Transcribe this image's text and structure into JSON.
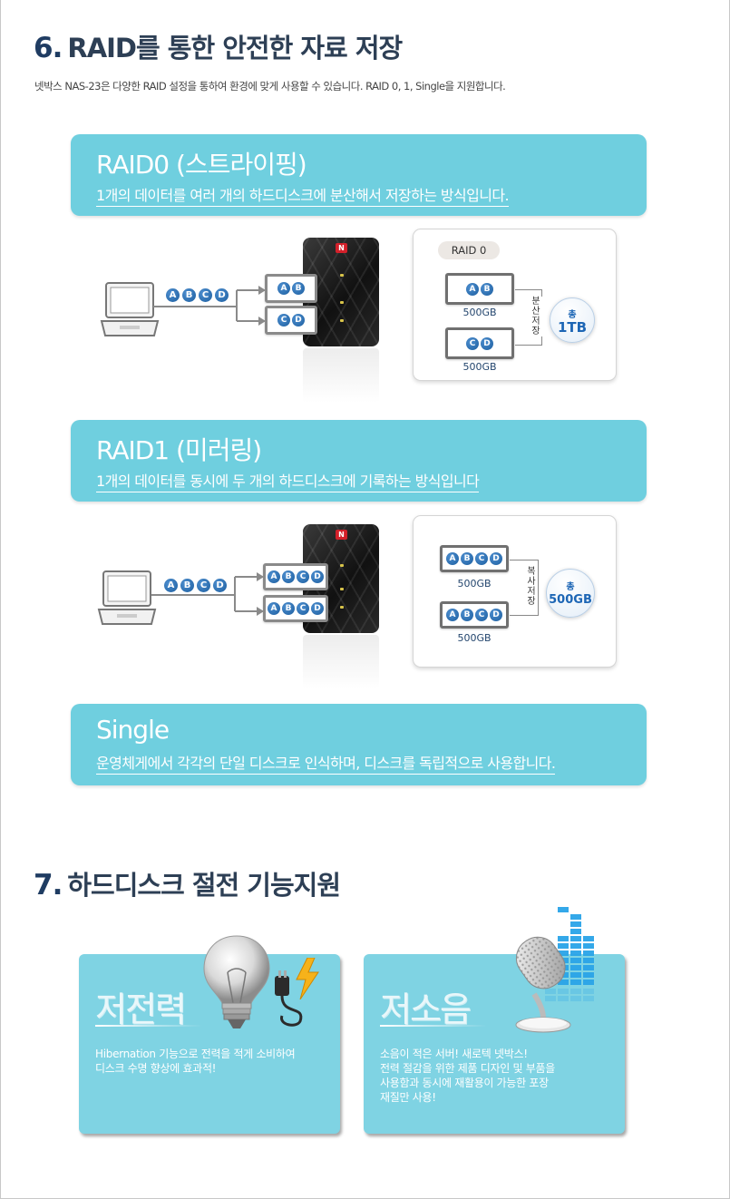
{
  "section6": {
    "number": "6.",
    "title": "RAID를 통한 안전한 자료 저장",
    "intro": "넷박스 NAS-23은 다양한 RAID 설정을 통하여 환경에 맞게 사용할 수 있습니다. RAID 0, 1, Single을 지원합니다."
  },
  "raid0": {
    "title": "RAID0 (스트라이핑)",
    "desc": "1개의 데이터를 여러 개의 하드디스크에 분산해서 저장하는 방식입니다.",
    "flow_letters": [
      "A",
      "B",
      "C",
      "D"
    ],
    "drive1_letters": [
      "A",
      "B"
    ],
    "drive2_letters": [
      "C",
      "D"
    ],
    "box_pill": "RAID 0",
    "size1": "500GB",
    "size2": "500GB",
    "bracket_label": "분산저장",
    "total_label": "총",
    "total_value": "1TB"
  },
  "raid1": {
    "title": "RAID1 (미러링)",
    "desc": "1개의 데이터를 동시에 두 개의 하드디스크에 기록하는 방식입니다",
    "flow_letters": [
      "A",
      "B",
      "C",
      "D"
    ],
    "drive1_letters": [
      "A",
      "B",
      "C",
      "D"
    ],
    "drive2_letters": [
      "A",
      "B",
      "C",
      "D"
    ],
    "size1": "500GB",
    "size2": "500GB",
    "bracket_label": "복사저장",
    "total_label": "총",
    "total_value": "500GB"
  },
  "single": {
    "title": "Single",
    "desc": "운영체게에서 각각의 단일 디스크로 인식하며, 디스크를 독립적으로 사용합니다."
  },
  "section7": {
    "number": "7.",
    "title": "하드디스크 절전 기능지원"
  },
  "cards": {
    "power": {
      "title": "저전력",
      "desc": "Hibernation 기능으로 전력을 적게 소비하여\n디스크 수명 향상에 효과적!"
    },
    "noise": {
      "title": "저소음",
      "desc": "소음이 적은 서버! 새로텍 넷박스!\n전력 절감을 위한 제품 디자인 및 부품을\n사용함과 동시에 재활용이 가능한 포장\n재질만 사용!"
    }
  },
  "nas_logo": "N",
  "colors": {
    "banner": "#6fcfdf",
    "card": "#7fd3e3",
    "accent_blue": "#1c5e9f",
    "title": "#2d3f55"
  },
  "icons": [
    "laptop-icon",
    "nas-device-icon",
    "hard-drive-icon",
    "light-bulb-icon",
    "power-plug-icon",
    "lightning-icon",
    "microphone-icon",
    "equalizer-bars-icon"
  ]
}
